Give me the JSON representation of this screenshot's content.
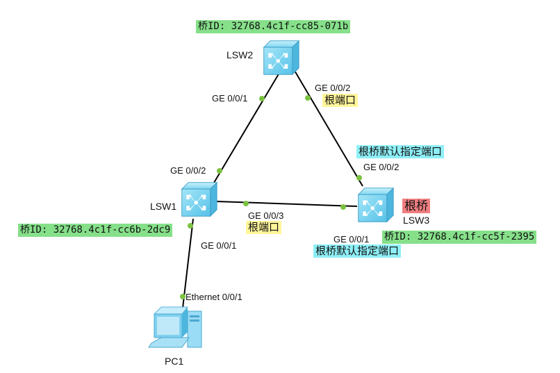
{
  "devices": {
    "lsw2": {
      "name": "LSW2",
      "bridge_id": "桥ID: 32768.4c1f-cc85-071b"
    },
    "lsw1": {
      "name": "LSW1",
      "bridge_id": "桥ID: 32768.4c1f-cc6b-2dc9"
    },
    "lsw3": {
      "name": "LSW3",
      "bridge_id": "桥ID: 32768.4c1f-cc5f-2395",
      "tag": "根桥"
    },
    "pc1": {
      "name": "PC1"
    }
  },
  "ports": {
    "lsw2_g1": "GE 0/0/1",
    "lsw2_g2": "GE 0/0/2",
    "lsw1_g2": "GE 0/0/2",
    "lsw1_g3": "GE 0/0/3",
    "lsw1_g1": "GE 0/0/1",
    "lsw3_g2": "GE 0/0/2",
    "lsw3_g1": "GE 0/0/1",
    "pc1_eth": "Ethernet 0/0/1"
  },
  "roles": {
    "root_port_lsw2": "根端口",
    "root_port_lsw1": "根端口",
    "designated_lsw3_top": "根桥默认指定端口",
    "designated_lsw3_bottom": "根桥默认指定端口"
  },
  "colors": {
    "bridge_id_bg": "#86e08a",
    "root_port_bg": "#fff59a",
    "designated_port_bg": "#8ef0f7",
    "root_bridge_bg": "#f07e80",
    "port_dot": "#7cc242",
    "switch": "#6fd0ef"
  }
}
